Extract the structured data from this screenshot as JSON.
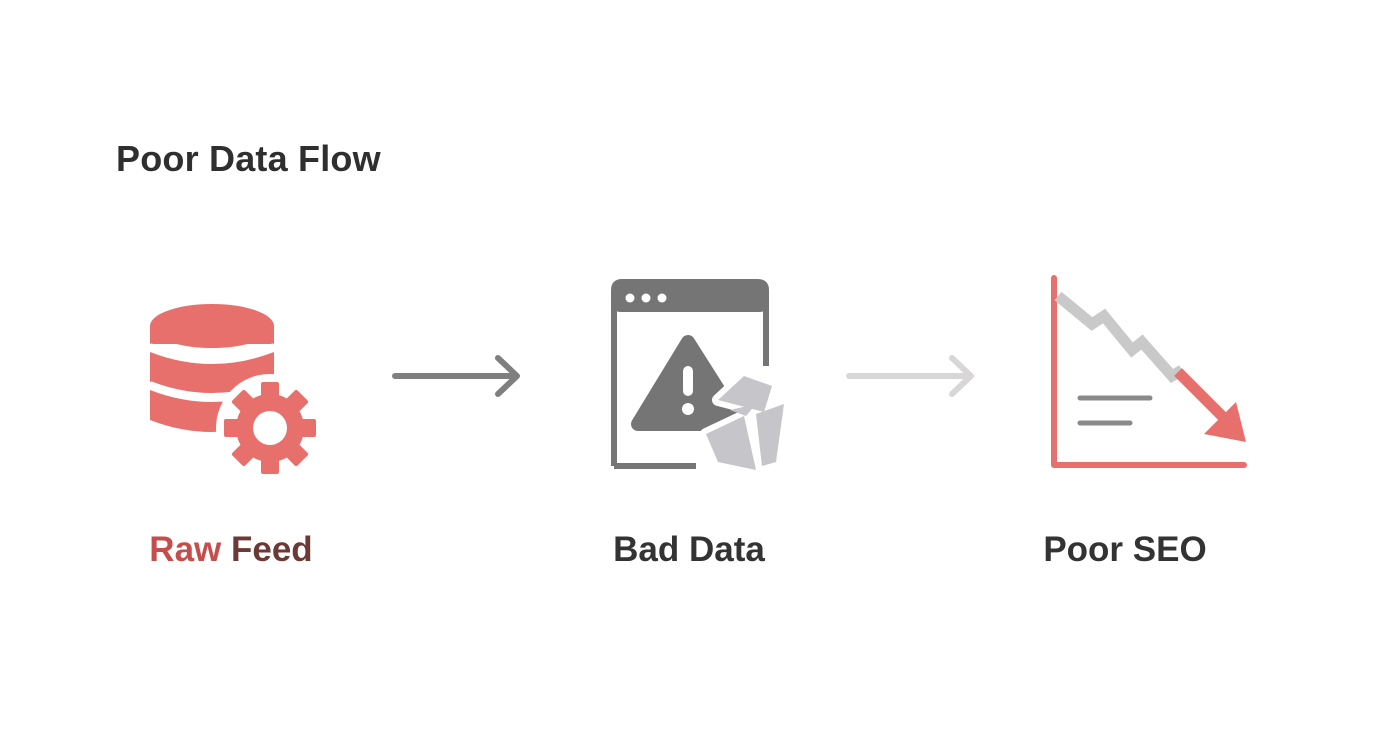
{
  "title": "Poor Data Flow",
  "colors": {
    "accent": "#e8706c",
    "icon_gray": "#757575",
    "shard_gray": "#c5c5ca",
    "arrow_dark": "#7f7f7f",
    "arrow_light": "#d9d6d8"
  },
  "steps": [
    {
      "label_part1": "Raw",
      "label_part2": "Feed",
      "icon": "database-gear-icon"
    },
    {
      "label": "Bad Data",
      "icon": "browser-warning-icon"
    },
    {
      "label": "Poor SEO",
      "icon": "declining-chart-icon"
    }
  ],
  "connectors": [
    "arrow-right-icon",
    "arrow-right-icon"
  ]
}
